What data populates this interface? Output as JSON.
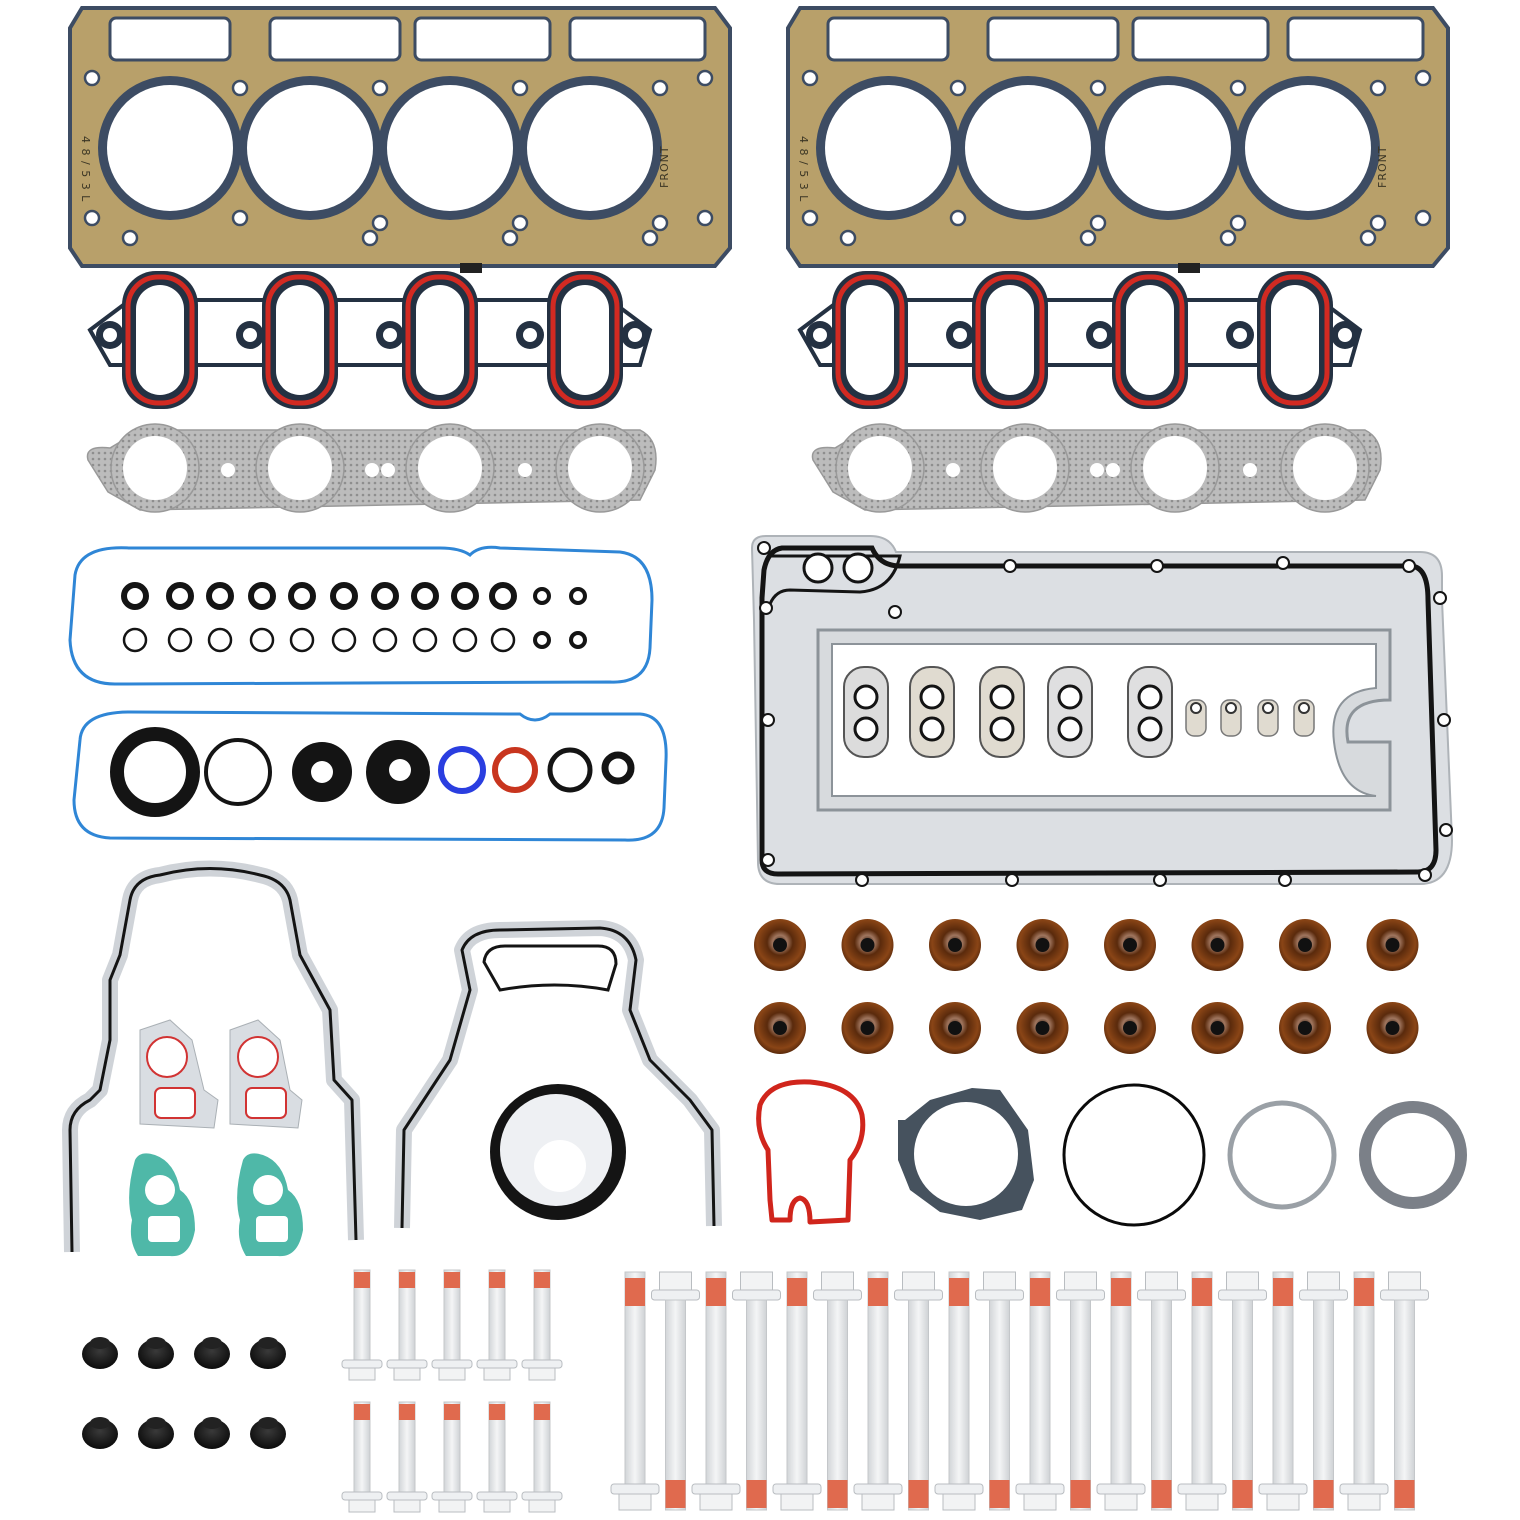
{
  "product": {
    "kind": "engine gasket kit product photo",
    "components": [
      {
        "name": "cylinder head gasket",
        "count": 2
      },
      {
        "name": "intake manifold gasket",
        "count": 2
      },
      {
        "name": "exhaust manifold gasket",
        "count": 2
      },
      {
        "name": "valve cover gasket",
        "count": 2
      },
      {
        "name": "oil pan gasket",
        "count": 1
      },
      {
        "name": "timing cover gasket",
        "count": 1
      },
      {
        "name": "rear main cover gasket",
        "count": 1
      },
      {
        "name": "valve stem seal",
        "count": 16
      },
      {
        "name": "short head bolt",
        "count": 10
      },
      {
        "name": "long head bolt",
        "count": 20
      },
      {
        "name": "rubber grommet",
        "count": 8
      }
    ]
  },
  "head_gaskets": [
    {
      "engine_stamp": "4 8 / 5 3 L",
      "orientation_stamp": "FRONT"
    },
    {
      "engine_stamp": "4 8 / 5 3 L",
      "orientation_stamp": "FRONT"
    }
  ],
  "colors": {
    "head_gasket_face": "#b8a06a",
    "head_gasket_bead": "#3d4c63",
    "intake_carrier": "#243142",
    "intake_seal": "#d22a22",
    "exhaust_face": "#b9b9b9",
    "valve_cover_bead": "#2f86d6",
    "steel_carrier": "#d9dde2",
    "rubber_black": "#141414",
    "valve_seal_brown": "#7a3a10",
    "water_pump_green": "#4fb8a8",
    "bolt_zinc": "#e6e8ea",
    "threadlocker": "#e06a4e",
    "oring_blue": "#2a3ee0",
    "oring_red": "#c8351e"
  }
}
